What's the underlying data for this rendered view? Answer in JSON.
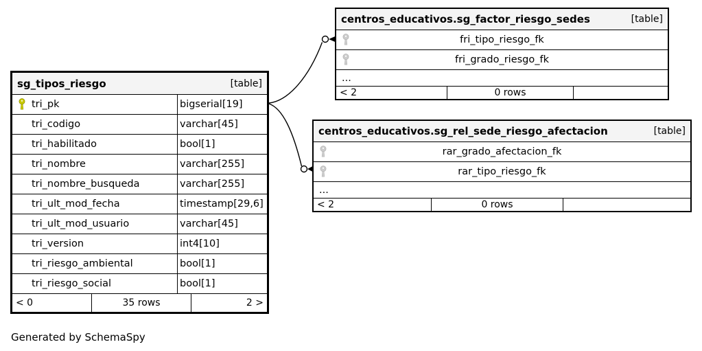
{
  "note": "Generated by SchemaSpy",
  "colors": {
    "primary_key": "#c9c900",
    "foreign_key": "#cccccc",
    "header_bg": "#f4f4f4",
    "border": "#000000"
  },
  "main_table": {
    "name": "sg_tipos_riesgo",
    "tag": "[table]",
    "columns": [
      {
        "name": "tri_pk",
        "type": "bigserial[19]",
        "key": "primary"
      },
      {
        "name": "tri_codigo",
        "type": "varchar[45]",
        "key": ""
      },
      {
        "name": "tri_habilitado",
        "type": "bool[1]",
        "key": ""
      },
      {
        "name": "tri_nombre",
        "type": "varchar[255]",
        "key": ""
      },
      {
        "name": "tri_nombre_busqueda",
        "type": "varchar[255]",
        "key": ""
      },
      {
        "name": "tri_ult_mod_fecha",
        "type": "timestamp[29,6]",
        "key": ""
      },
      {
        "name": "tri_ult_mod_usuario",
        "type": "varchar[45]",
        "key": ""
      },
      {
        "name": "tri_version",
        "type": "int4[10]",
        "key": ""
      },
      {
        "name": "tri_riesgo_ambiental",
        "type": "bool[1]",
        "key": ""
      },
      {
        "name": "tri_riesgo_social",
        "type": "bool[1]",
        "key": ""
      }
    ],
    "footer": {
      "prev": "< 0",
      "rows": "35 rows",
      "next": "2 >"
    }
  },
  "related_tables": [
    {
      "name": "centros_educativos.sg_factor_riesgo_sedes",
      "tag": "[table]",
      "columns": [
        {
          "name": "fri_tipo_riesgo_fk",
          "key": "foreign"
        },
        {
          "name": "fri_grado_riesgo_fk",
          "key": "foreign"
        }
      ],
      "ellipsis": "...",
      "footer": {
        "prev": "< 2",
        "rows": "0 rows",
        "next": ""
      }
    },
    {
      "name": "centros_educativos.sg_rel_sede_riesgo_afectacion",
      "tag": "[table]",
      "columns": [
        {
          "name": "rar_grado_afectacion_fk",
          "key": "foreign"
        },
        {
          "name": "rar_tipo_riesgo_fk",
          "key": "foreign"
        }
      ],
      "ellipsis": "...",
      "footer": {
        "prev": "< 2",
        "rows": "0 rows",
        "next": ""
      }
    }
  ]
}
